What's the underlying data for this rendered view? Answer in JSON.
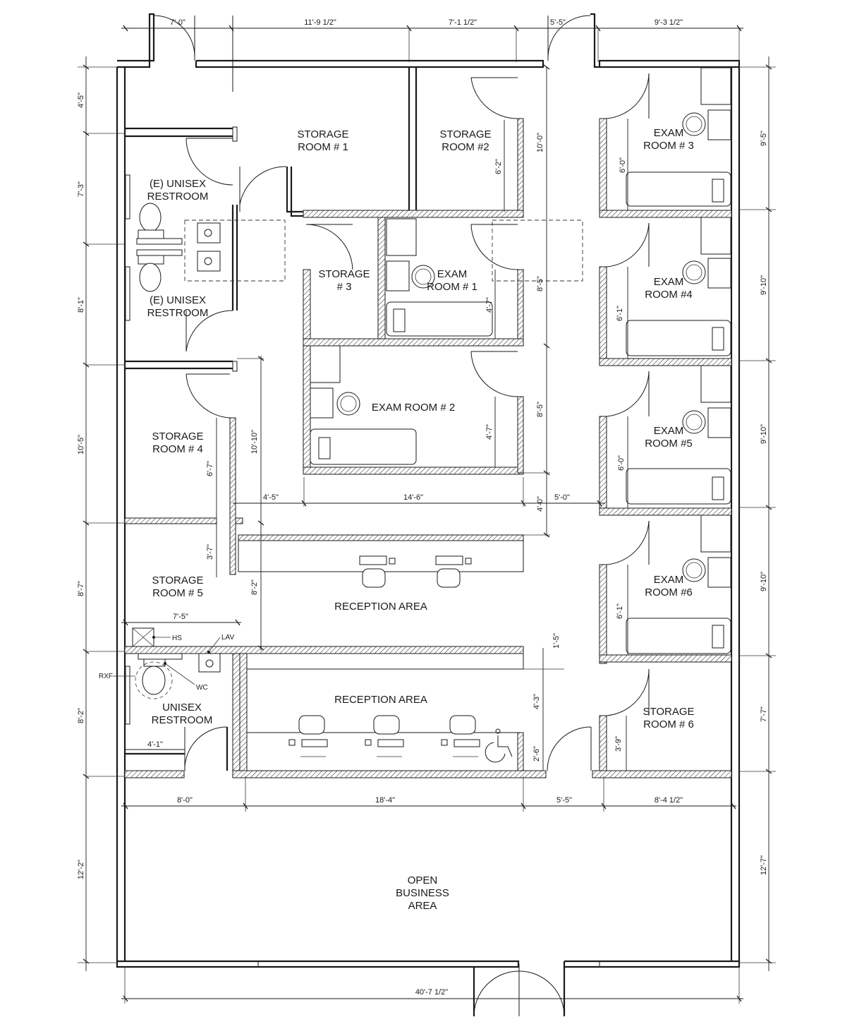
{
  "rooms": {
    "storage1": [
      "STORAGE",
      "ROOM # 1"
    ],
    "storage2": [
      "STORAGE",
      "ROOM #2"
    ],
    "storage3": [
      "STORAGE",
      "# 3"
    ],
    "storage4": [
      "STORAGE",
      "ROOM # 4"
    ],
    "storage5": [
      "STORAGE",
      "ROOM # 5"
    ],
    "storage6": [
      "STORAGE",
      "ROOM # 6"
    ],
    "restroom_upper": [
      "(E) UNISEX",
      "RESTROOM"
    ],
    "restroom_lower": [
      "(E) UNISEX",
      "RESTROOM"
    ],
    "restroom_unisex": [
      "UNISEX",
      "RESTROOM"
    ],
    "exam1": [
      "EXAM",
      "ROOM # 1"
    ],
    "exam2": "EXAM ROOM # 2",
    "exam3": [
      "EXAM",
      "ROOM # 3"
    ],
    "exam4": [
      "EXAM",
      "ROOM #4"
    ],
    "exam5": [
      "EXAM",
      "ROOM #5"
    ],
    "exam6": [
      "EXAM",
      "ROOM #6"
    ],
    "reception_upper": "RECEPTION  AREA",
    "reception_lower": "RECEPTION  AREA",
    "open_business": [
      "OPEN",
      "BUSINESS",
      "AREA"
    ]
  },
  "fixtures": {
    "hs": "HS",
    "lav": "LAV",
    "wc": "WC",
    "rxf": "RXF"
  },
  "dimensions": {
    "top": [
      "7'-0\"",
      "11'-9 1/2\"",
      "7'-1 1/2\"",
      "5'-5\"",
      "9'-3 1/2\""
    ],
    "left": [
      "4'-5\"",
      "7'-3\"",
      "8'-1\"",
      "10'-5\"",
      "8'-7\"",
      "8'-2\"",
      "12'-2\""
    ],
    "right": [
      "9'-5\"",
      "9'-10\"",
      "9'-10\"",
      "9'-10\"",
      "7'-7\"",
      "12'-7\""
    ],
    "middle_row": [
      "8'-0\"",
      "18'-4\"",
      "5'-5\"",
      "8'-4 1/2\""
    ],
    "bottom": "40'-7 1/2\"",
    "corridor_vertical": [
      "10'-0\"",
      "8'-5\"",
      "8'-5\"",
      "4'-0\""
    ],
    "interior": {
      "storage2_door": "6'-2\"",
      "exam1_door": "4'-7\"",
      "exam2_door": "4'-7\"",
      "exam3": "6'-0\"",
      "exam4": "6'-1\"",
      "exam5": "6'-0\"",
      "exam6": "6'-1\"",
      "storage4_door": "6'-7\"",
      "storage5_door": "3'-7\"",
      "hall_10_10": "10'-10\"",
      "hall_8_2": "8'-2\"",
      "hall_4_5": "4'-5\"",
      "exam2_width": "14'-6\"",
      "corridor_5_0": "5'-0\"",
      "storage5_width": "7'-5\"",
      "restroom_4_1": "4'-1\"",
      "reception_1_5": "1'-5\"",
      "reception_4_3": "4'-3\"",
      "reception_2_6": "2'-6\"",
      "storage6_door": "3'-9\""
    }
  }
}
